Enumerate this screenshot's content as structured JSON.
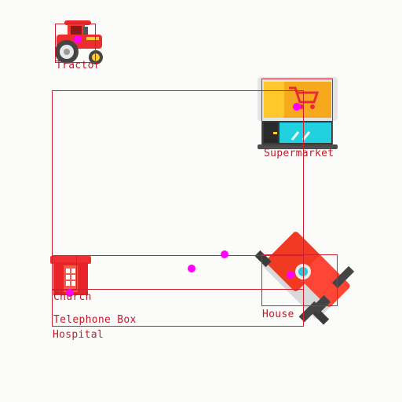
{
  "colors": {
    "box": "#d02030",
    "label": "#c01b2b",
    "marker": "#ff00ff",
    "background": "#fbfbf9"
  },
  "objects": [
    {
      "key": "tractor",
      "label": "Tractor",
      "icon": "tractor-icon"
    },
    {
      "key": "supermarket",
      "label": "Supermarket",
      "icon": "supermarket-icon"
    },
    {
      "key": "house",
      "label": "House",
      "icon": "house-icon"
    },
    {
      "key": "church",
      "label": "Church",
      "icon": "church-icon"
    },
    {
      "key": "telephone_box",
      "label": "Telephone Box",
      "icon": "telephone-box-icon"
    },
    {
      "key": "hospital",
      "label": "Hospital",
      "icon": "hospital-icon"
    }
  ]
}
